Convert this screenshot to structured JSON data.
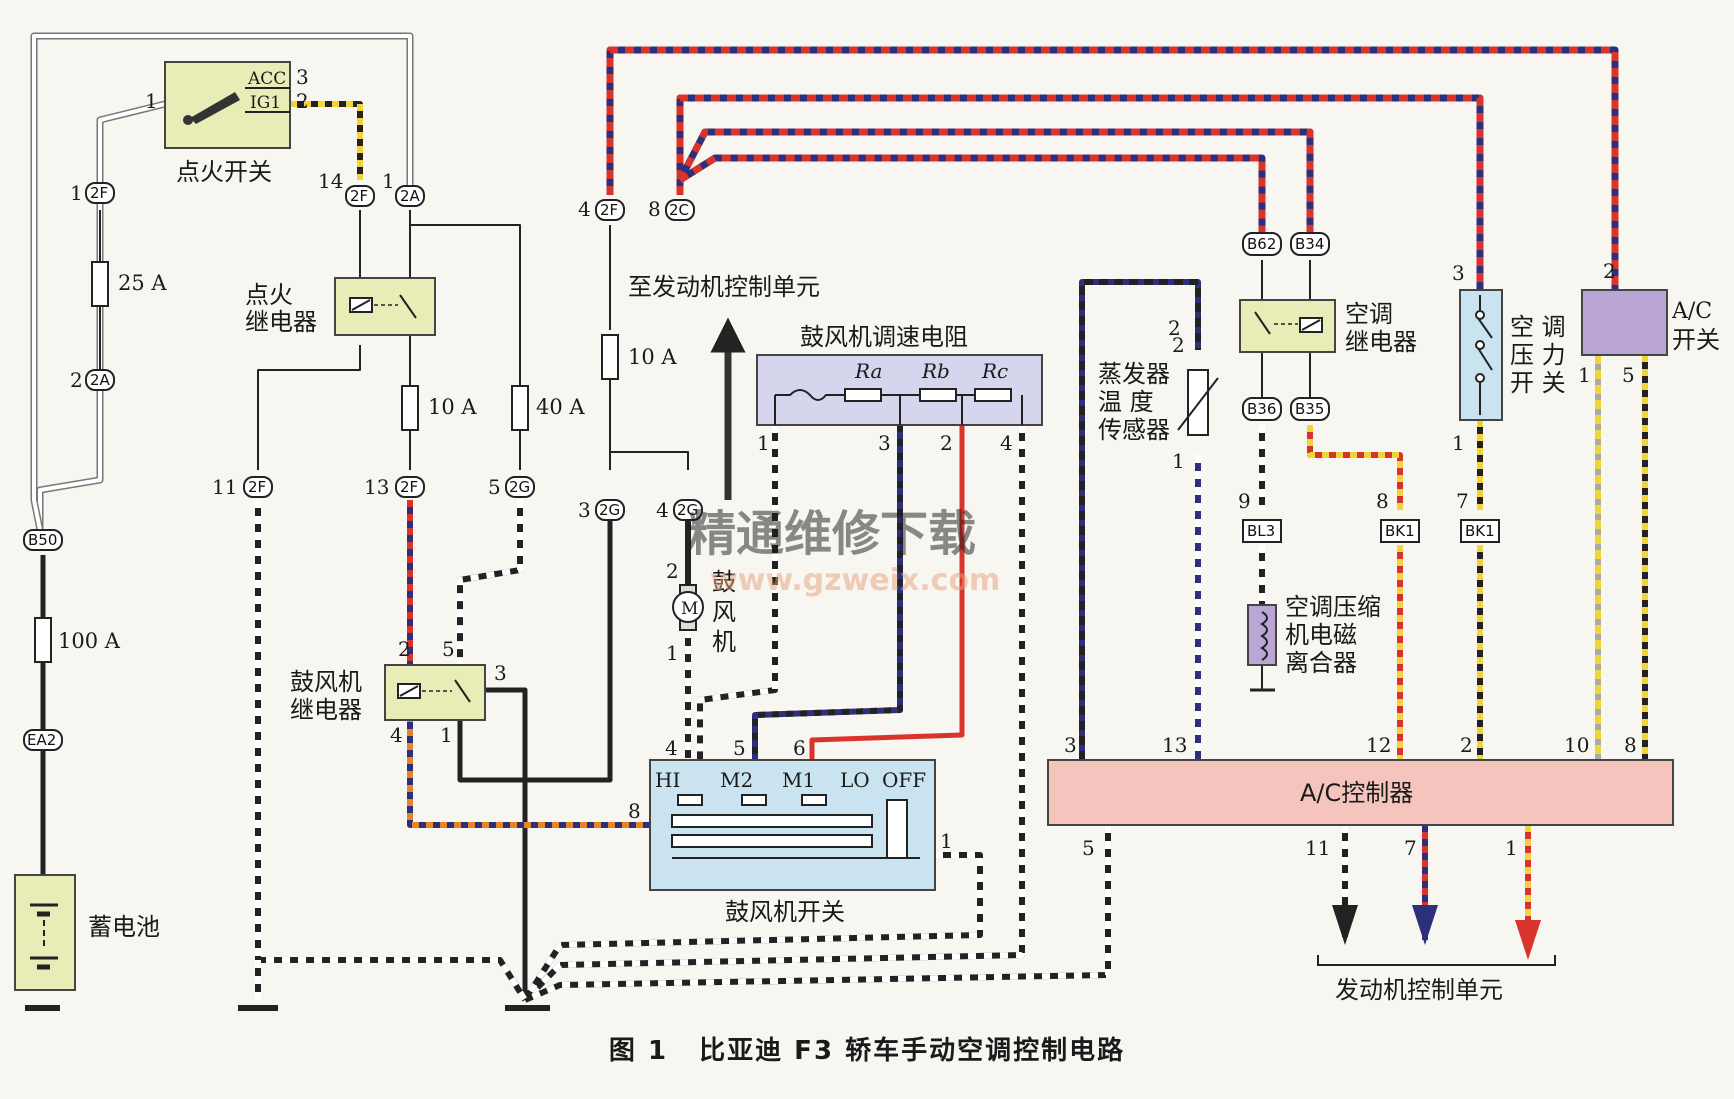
{
  "caption": {
    "fig": "图 1",
    "title": "比亚迪 F3 轿车手动空调控制电路"
  },
  "components": {
    "ignition_switch": {
      "label": "点火开关",
      "acc": "ACC",
      "ig1": "IG1",
      "pin1": "1",
      "pin2": "2",
      "pin3": "3"
    },
    "ignition_relay": {
      "label1": "点火",
      "label2": "继电器"
    },
    "blower_relay": {
      "label1": "鼓风机",
      "label2": "继电器",
      "pin2": "2",
      "pin5": "5",
      "pin3": "3",
      "pin4": "4",
      "pin1": "1"
    },
    "battery": {
      "label": "蓄电池"
    },
    "blower_resistor": {
      "label": "鼓风机调速电阻",
      "ra": "Ra",
      "rb": "Rb",
      "rc": "Rc",
      "pin1": "1",
      "pin3": "3",
      "pin2": "2",
      "pin4": "4"
    },
    "blower_motor": {
      "m": "M",
      "label": [
        "鼓",
        "风",
        "机"
      ],
      "pin2": "2",
      "pin1": "1"
    },
    "blower_switch": {
      "label": "鼓风机开关",
      "hi": "HI",
      "m2": "M2",
      "m1": "M1",
      "lo": "LO",
      "off": "OFF",
      "pin4": "4",
      "pin5": "5",
      "pin6": "6",
      "pin8": "8",
      "pin1": "1"
    },
    "ac_relay": {
      "label1": "空调",
      "label2": "继电器"
    },
    "pressure_switch": {
      "label": [
        "空 调",
        "压 力",
        "开 关"
      ],
      "pin3": "3",
      "pin1": "1"
    },
    "ac_switch": {
      "label1": "A/C",
      "label2": "开关",
      "pin2": "2",
      "pin1": "1",
      "pin5": "5"
    },
    "evap_sensor": {
      "label": [
        "蒸发器",
        "温 度",
        "传感器"
      ],
      "pin2": "2",
      "pin1": "1"
    },
    "clutch": {
      "label": [
        "空调压缩",
        "机电磁",
        "离合器"
      ]
    },
    "ac_controller": {
      "label": "A/C控制器",
      "pins_top": [
        "3",
        "13",
        "12",
        "2",
        "10",
        "8"
      ],
      "pins_bottom": [
        "5",
        "11",
        "7",
        "1"
      ]
    },
    "engine_ecu": {
      "label": "发动机控制单元"
    },
    "to_engine": {
      "label": "至发动机控制单元"
    }
  },
  "fuses": {
    "f25": "25 A",
    "f100": "100 A",
    "f10a": "10 A",
    "f40": "40 A",
    "f10b": "10 A"
  },
  "connectors": {
    "c2F_1": "2F",
    "c2A_2": "2A",
    "c2F_14": "2F",
    "c2A_1": "2A",
    "c2F_4": "2F",
    "c2C_8": "2C",
    "c2F_11": "2F",
    "c2F_13": "2F",
    "c2G_5": "2G",
    "c2G_3": "2G",
    "c2G_4": "2G",
    "B50": "B50",
    "EA2": "EA2",
    "B62": "B62",
    "B34": "B34",
    "B36": "B36",
    "B35": "B35",
    "BL3": "BL3",
    "BK1a": "BK1",
    "BK1b": "BK1"
  },
  "pin_numbers": {
    "p1a": "1",
    "p2a": "2",
    "p14": "14",
    "p1b": "1",
    "p4": "4",
    "p8": "8",
    "p11": "11",
    "p13": "13",
    "p5": "5",
    "p3": "3",
    "p4b": "4",
    "p2b": "2",
    "p9": "9",
    "p8b": "8",
    "p7": "7",
    "p3c": "3",
    "p1c": "1",
    "p1d": "1"
  },
  "watermark": {
    "line1": "精通维修下载",
    "line2": "www.gzweix.com"
  },
  "colors": {
    "red": "#d9342b",
    "navy": "#2c2f7a",
    "yellow": "#f0d43a",
    "black": "#222222",
    "white": "#ffffff",
    "orange": "#e8832a",
    "relay_fill": "#e8ecb6",
    "switch_fill": "#c9e4f0",
    "resistor_fill": "#d5d6ee",
    "controller_fill": "#f4c4bd",
    "acswitch_fill": "#b9a6d4",
    "pressure_fill": "#c9e4f0",
    "clutch_fill": "#b9a6d4"
  }
}
